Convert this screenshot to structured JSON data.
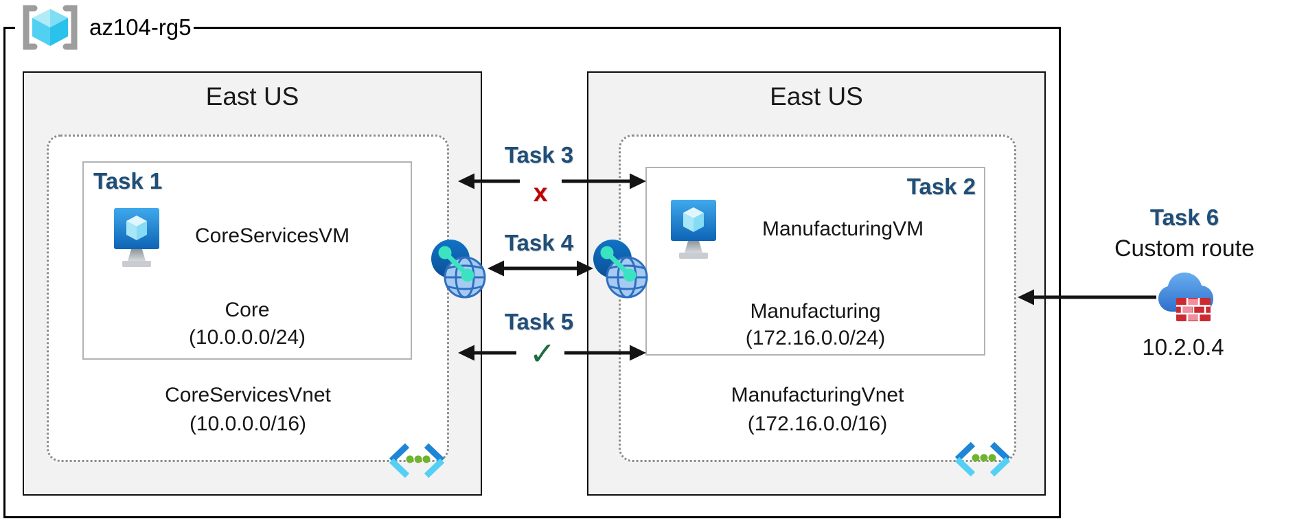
{
  "resource_group": {
    "label": "az104-rg5"
  },
  "left_region": {
    "name": "East US",
    "subnet": {
      "task": "Task 1",
      "vm": "CoreServicesVM",
      "name": "Core",
      "cidr": "(10.0.0.0/24)"
    },
    "vnet": {
      "name": "CoreServicesVnet",
      "cidr": "(10.0.0.0/16)"
    }
  },
  "right_region": {
    "name": "East US",
    "subnet": {
      "task": "Task 2",
      "vm": "ManufacturingVM",
      "name": "Manufacturing",
      "cidr": "(172.16.0.0/24)"
    },
    "vnet": {
      "name": "ManufacturingVnet",
      "cidr": "(172.16.0.0/16)"
    }
  },
  "connections": {
    "task3": {
      "label": "Task 3",
      "mark": "x"
    },
    "task4": {
      "label": "Task 4"
    },
    "task5": {
      "label": "Task 5",
      "mark": "✓"
    },
    "task6": {
      "label": "Task 6",
      "subtitle": "Custom route",
      "ip": "10.2.0.4"
    }
  },
  "colors": {
    "task_label": "#1f4e79",
    "blocked_mark": "#c00000",
    "allowed_mark": "#1e6c41",
    "region_fill": "#f2f2f2",
    "arrow": "#141414",
    "rg_border": "#000000"
  }
}
